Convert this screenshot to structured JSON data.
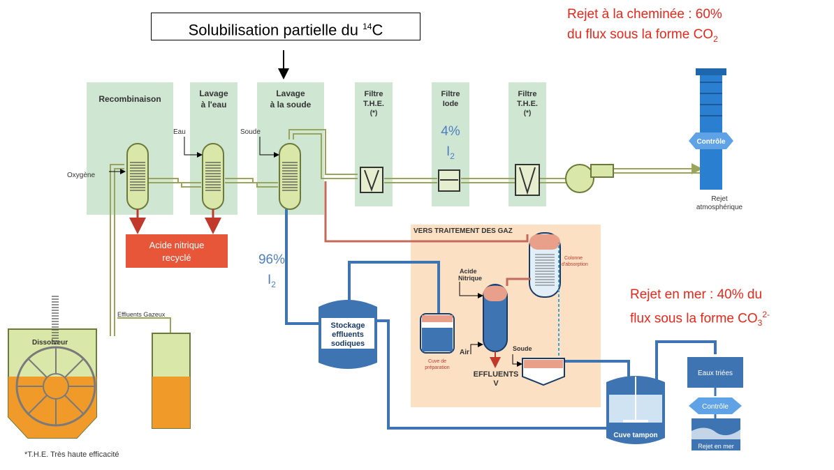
{
  "callout": {
    "prefix": "Solubilisation partielle du ",
    "sup": "14",
    "suffix": "C"
  },
  "notes": {
    "stack_line1": "Rejet à la cheminée : 60%",
    "stack_line2_prefix": "du flux sous la forme CO",
    "stack_line2_sub": "2",
    "sea_line1": "Rejet en mer : 40% du",
    "sea_line2_prefix": "flux sous la forme CO",
    "sea_line2_sub": "3",
    "sea_line2_sup": "2-",
    "iodine_filter_pct": "4%",
    "iodine_filter_species": "I",
    "iodine_filter_sub": "2",
    "iodine_soda_pct": "96%",
    "iodine_soda_species": "I",
    "iodine_soda_sub": "2"
  },
  "stages": {
    "recombinaison": "Recombinaison",
    "lavage_eau_1": "Lavage",
    "lavage_eau_2": "à l'eau",
    "lavage_soude_1": "Lavage",
    "lavage_soude_2": "à la soude",
    "filtre_the1_1": "Filtre",
    "filtre_the1_2": "T.H.E.",
    "filtre_the1_3": "(*)",
    "filtre_iode_1": "Filtre",
    "filtre_iode_2": "Iode",
    "filtre_the2_1": "Filtre",
    "filtre_the2_2": "T.H.E.",
    "filtre_the2_3": "(*)"
  },
  "labels": {
    "eau": "Eau",
    "soude": "Soude",
    "oxygene": "Oxygène",
    "acide_recycle_1": "Acide nitrique",
    "acide_recycle_2": "recyclé",
    "controle_stack": "Contrôle",
    "rejet_atmo_1": "Rejet",
    "rejet_atmo_2": "atmosphérique",
    "vers_traitement": "VERS TRAITEMENT DES GAZ",
    "colonne_1": "Colonne",
    "colonne_2": "d'absorption",
    "acide_1": "Acide",
    "acide_2": "Nitrique",
    "air": "Air",
    "soude_treatment": "Soude",
    "cuve_prep_1": "Cuve de",
    "cuve_prep_2": "préparation",
    "effluents_v_1": "EFFLUENTS",
    "effluents_v_2": "V",
    "stockage_1": "Stockage",
    "stockage_2": "effluents",
    "stockage_3": "sodiques",
    "effluents_gazeux": "Effluents Gazeux",
    "dissolveur": "Dissolveur",
    "cuve_tampon": "Cuve tampon",
    "eaux_triees": "Eaux triées",
    "controle_sea": "Contrôle",
    "rejet_mer": "Rejet en mer"
  },
  "footnote": "*T.H.E. Très haute efficacité",
  "colors": {
    "stage_panel": "#cfe6d3",
    "vessel_fill": "#d9e8a8",
    "acid_box": "#e8563a",
    "treatment_zone": "#fbe0c4",
    "blue_pipe": "#3f74b3",
    "stack": "#2a7fd0",
    "red_text": "#e8271b",
    "blue_text": "#4f7fc1"
  }
}
